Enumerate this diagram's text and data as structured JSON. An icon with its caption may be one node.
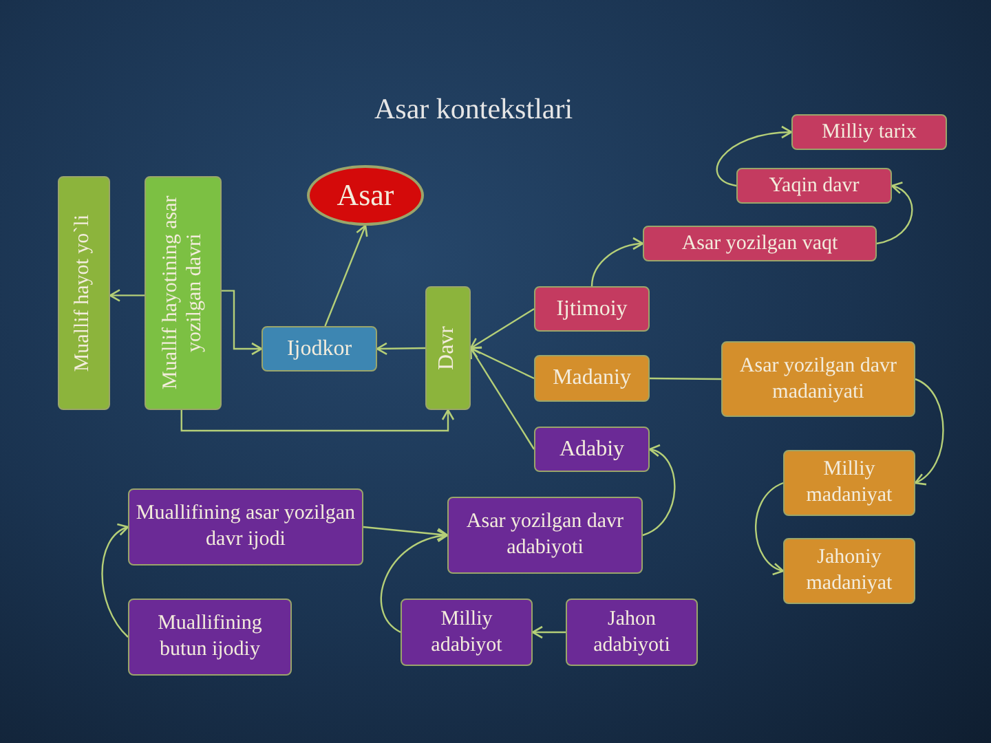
{
  "diagram": {
    "title": "Asar kontekstlari",
    "nodes": [
      {
        "text": [
          "Muallif hayot yo`li"
        ]
      },
      {
        "text": [
          "Muallif hayotining asar yozilgan davri"
        ]
      },
      {
        "text": [
          "Asar"
        ]
      },
      {
        "text": [
          "Ijodkor"
        ]
      },
      {
        "text": [
          "Davr"
        ]
      },
      {
        "text": [
          "Ijtimoiy"
        ]
      },
      {
        "text": [
          "Madaniy"
        ]
      },
      {
        "text": [
          "Adabiy"
        ]
      },
      {
        "text": [
          "Asar yozilgan vaqt"
        ]
      },
      {
        "text": [
          "Yaqin davr"
        ]
      },
      {
        "text": [
          "Milliy tarix"
        ]
      },
      {
        "text": [
          "Asar yozilgan davr madaniyati"
        ]
      },
      {
        "text": [
          "Milliy madaniyat"
        ]
      },
      {
        "text": [
          "Jahoniy madaniyat"
        ]
      },
      {
        "text": [
          "Asar yozilgan davr adabiyoti"
        ]
      },
      {
        "text": [
          "Muallifining asar yozilgan davr ijodi"
        ]
      },
      {
        "text": [
          "Muallifining butun ijodiy"
        ]
      },
      {
        "text": [
          "Milliy adabiyot"
        ]
      },
      {
        "text": [
          "Jahon adabiyoti"
        ]
      }
    ],
    "edges": [
      {
        "from": 1,
        "to": 0,
        "arrow": "to"
      },
      {
        "from": 1,
        "to": 3,
        "arrow": "to"
      },
      {
        "from": 3,
        "to": 2,
        "arrow": "to"
      },
      {
        "from": 4,
        "to": 3,
        "arrow": "to"
      },
      {
        "from": 1,
        "to": 4,
        "arrow": "to"
      },
      {
        "from": 5,
        "to": 4,
        "arrow": "to"
      },
      {
        "from": 6,
        "to": 4,
        "arrow": "to"
      },
      {
        "from": 7,
        "to": 4,
        "arrow": "to"
      },
      {
        "from": 5,
        "to": 8,
        "arrow": "to"
      },
      {
        "from": 8,
        "to": 9,
        "arrow": "to"
      },
      {
        "from": 9,
        "to": 10,
        "arrow": "to"
      },
      {
        "from": 6,
        "to": 11,
        "arrow": "none"
      },
      {
        "from": 11,
        "to": 12,
        "arrow": "to"
      },
      {
        "from": 12,
        "to": 13,
        "arrow": "to"
      },
      {
        "from": 14,
        "to": 7,
        "arrow": "to"
      },
      {
        "from": 15,
        "to": 14,
        "arrow": "to"
      },
      {
        "from": 17,
        "to": 14,
        "arrow": "to"
      },
      {
        "from": 18,
        "to": 17,
        "arrow": "to"
      },
      {
        "from": 16,
        "to": 15,
        "arrow": "to"
      }
    ]
  }
}
